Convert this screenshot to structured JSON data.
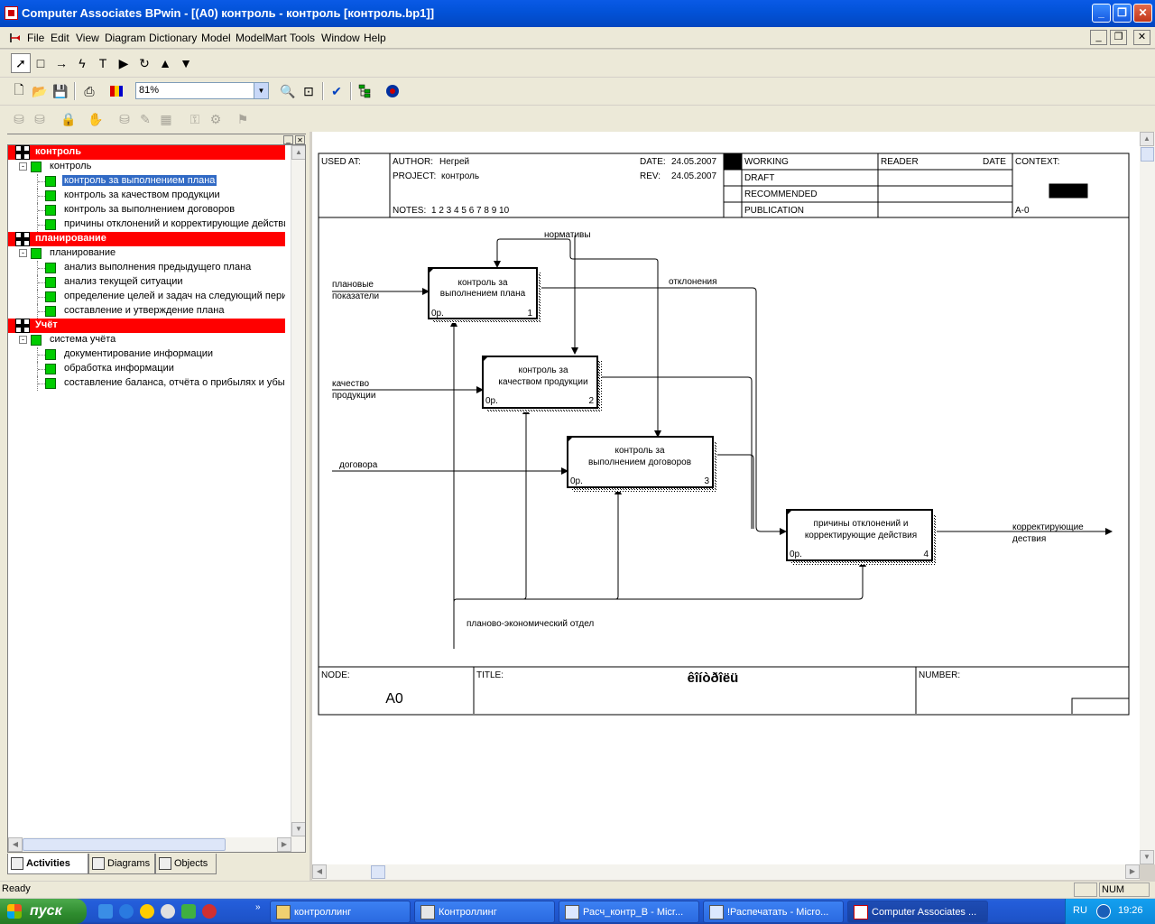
{
  "window": {
    "title": "Computer Associates BPwin - [(A0) контроль - контроль  [контроль.bp1]]"
  },
  "menu": [
    "File",
    "Edit",
    "View",
    "Diagram",
    "Dictionary",
    "Model",
    "ModelMart",
    "Tools",
    "Window",
    "Help"
  ],
  "toolbar": {
    "zoom": "81%"
  },
  "explorer": {
    "items": [
      {
        "label": "контроль",
        "level": 0,
        "type": "root"
      },
      {
        "label": "контроль",
        "level": 1,
        "type": "node"
      },
      {
        "label": "контроль за  выполнением плана",
        "level": 2,
        "type": "leaf",
        "selected": true
      },
      {
        "label": "контроль за качеством продукции",
        "level": 2,
        "type": "leaf"
      },
      {
        "label": "контроль за  выполнением договоров",
        "level": 2,
        "type": "leaf"
      },
      {
        "label": "причины отклонений и  корректирующие действия",
        "level": 2,
        "type": "leaf"
      },
      {
        "label": "планирование",
        "level": 0,
        "type": "root"
      },
      {
        "label": "планирование",
        "level": 1,
        "type": "node"
      },
      {
        "label": "анализ выполнения предыдущего плана",
        "level": 2,
        "type": "leaf"
      },
      {
        "label": "анализ текущей  ситуации",
        "level": 2,
        "type": "leaf"
      },
      {
        "label": "определение целей и задач  на следующий период",
        "level": 2,
        "type": "leaf"
      },
      {
        "label": "составление и  утверждение плана",
        "level": 2,
        "type": "leaf"
      },
      {
        "label": "Учёт",
        "level": 0,
        "type": "root"
      },
      {
        "label": "система учёта",
        "level": 1,
        "type": "node"
      },
      {
        "label": "документирование информации",
        "level": 2,
        "type": "leaf"
      },
      {
        "label": "обработка  информации",
        "level": 2,
        "type": "leaf"
      },
      {
        "label": "составление баланса, отчёта о прибылях и убытках",
        "level": 2,
        "type": "leaf"
      }
    ],
    "tabs": [
      "Activities",
      "Diagrams",
      "Objects"
    ]
  },
  "diagram": {
    "header": {
      "used_at": "USED AT:",
      "author_label": "AUTHOR:",
      "author": "Негрей",
      "project_label": "PROJECT:",
      "project": "контроль",
      "date_label": "DATE:",
      "date": "24.05.2007",
      "rev_label": "REV:",
      "rev": "24.05.2007",
      "notes_label": "NOTES:",
      "notes": "1  2  3  4  5  6  7  8  9  10",
      "status": [
        "WORKING",
        "DRAFT",
        "RECOMMENDED",
        "PUBLICATION"
      ],
      "reader": "READER",
      "reader_date": "DATE",
      "context": "CONTEXT:",
      "context_node": "A-0"
    },
    "boxes": [
      {
        "text1": "контроль за",
        "text2": "выполнением плана",
        "cost": "0р.",
        "num": "1"
      },
      {
        "text1": "контроль за",
        "text2": "качеством продукции",
        "cost": "0р.",
        "num": "2"
      },
      {
        "text1": "контроль за",
        "text2": "выполнением договоров",
        "cost": "0р.",
        "num": "3"
      },
      {
        "text1": "причины отклонений и",
        "text2": "корректирующие действия",
        "cost": "0р.",
        "num": "4"
      }
    ],
    "arrows": {
      "normativy": "нормативы",
      "plan_1": "плановые",
      "plan_2": "показатели",
      "otkl": "отклонения",
      "kach_1": "качество",
      "kach_2": "продукции",
      "dogovora": "договора",
      "korr_1": "корректирующие",
      "korr_2": "дествия",
      "peo": "планово-экономический отдел"
    },
    "footer": {
      "node_label": "NODE:",
      "node": "A0",
      "title_label": "TITLE:",
      "title": "êîíòðîëü",
      "number_label": "NUMBER:"
    }
  },
  "status": {
    "ready": "Ready",
    "num": "NUM"
  },
  "taskbar": {
    "start": "пуск",
    "tasks": [
      "контроллинг",
      "Контроллинг",
      "Расч_контр_В - Micr...",
      "!Распечатать - Micro...",
      "Computer Associates ..."
    ],
    "lang": "RU",
    "clock": "19:26"
  }
}
